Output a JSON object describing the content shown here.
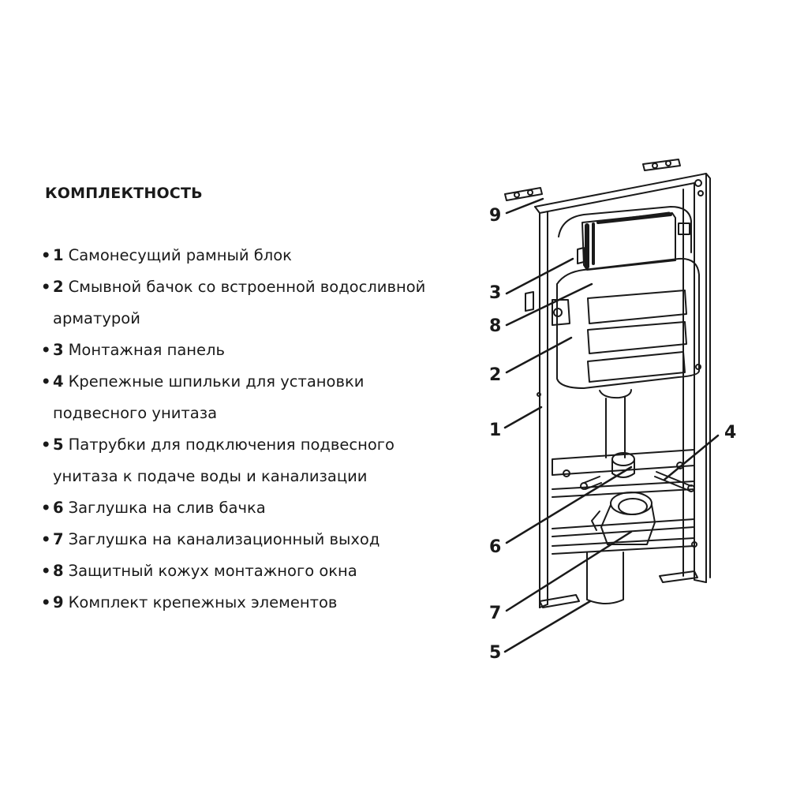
{
  "title": "КОМПЛЕКТНОСТЬ",
  "items": [
    {
      "num": "1",
      "text": "Самонесущий рамный блок",
      "cont": ""
    },
    {
      "num": "2",
      "text": "Смывной бачок со встроенной водосливной",
      "cont": "арматурой"
    },
    {
      "num": "3",
      "text": "Монтажная панель",
      "cont": ""
    },
    {
      "num": "4",
      "text": "Крепежные шпильки для установки",
      "cont": "подвесного унитаза"
    },
    {
      "num": "5",
      "text": "Патрубки для подключения подвесного",
      "cont": "унитаза к подаче воды и канализации"
    },
    {
      "num": "6",
      "text": "Заглушка на слив бачка",
      "cont": ""
    },
    {
      "num": "7",
      "text": "Заглушка на канализационный выход",
      "cont": ""
    },
    {
      "num": "8",
      "text": "Защитный кожух монтажного окна",
      "cont": ""
    },
    {
      "num": "9",
      "text": "Комплект крепежных элементов",
      "cont": ""
    }
  ],
  "bullet": "•",
  "callouts": {
    "c1": "1",
    "c2": "2",
    "c3": "3",
    "c4": "4",
    "c5": "5",
    "c6": "6",
    "c7": "7",
    "c8": "8",
    "c9": "9"
  }
}
